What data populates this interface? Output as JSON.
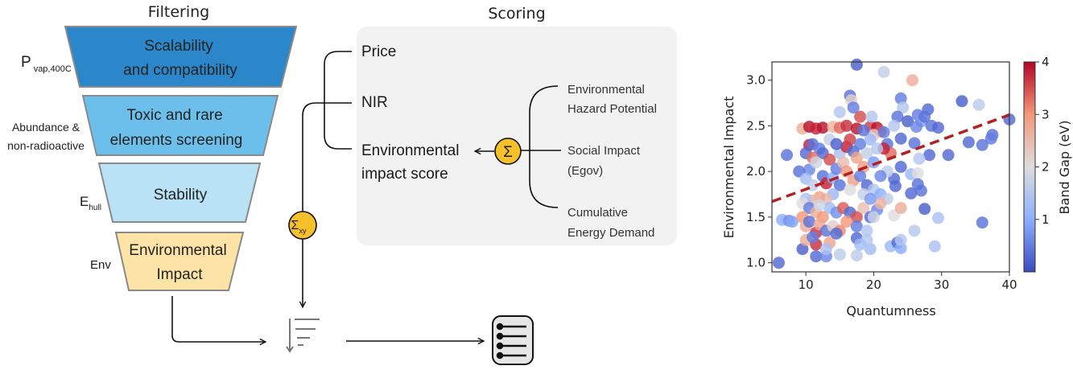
{
  "filtering": {
    "title": "Filtering",
    "stages": [
      {
        "line1": "Scalability",
        "line2": "and compatibility",
        "color": "#2b87c9"
      },
      {
        "line1": "Toxic and rare",
        "line2": "elements screening",
        "color": "#6cbfea"
      },
      {
        "line1": "Stability",
        "line2": "",
        "color": "#b9e2f6"
      },
      {
        "line1": "Environmental",
        "line2": "Impact",
        "color": "#fde3a6"
      }
    ],
    "criteria": [
      {
        "main": "P",
        "sub": "vap,400C"
      },
      {
        "line1": "Abundance &",
        "line2": "non-radioactive"
      },
      {
        "main": "E",
        "sub": "hull"
      },
      {
        "main": "Env"
      }
    ]
  },
  "scoring": {
    "title": "Scoring",
    "items": [
      "Price",
      "NIR"
    ],
    "env_score": {
      "line1": "Environmental",
      "line2": "impact score"
    },
    "sum_symbol": "Σ",
    "weighted_sum_symbol": "Σ",
    "weighted_sum_sub": "xy",
    "components": [
      {
        "line1": "Environmental",
        "line2": "Hazard Potential"
      },
      {
        "line1": "Social Impact",
        "line2": "(Egov)"
      },
      {
        "line1": "Cumulative",
        "line2": "Energy Demand"
      }
    ],
    "accent": "#f5c02a"
  },
  "icons": [
    "sort-descending-icon",
    "ranked-list-icon"
  ],
  "chart_data": {
    "type": "scatter",
    "xlabel": "Quantumness",
    "ylabel": "Environmental Impact",
    "colorbar_label": "Band Gap (eV)",
    "xlim": [
      5,
      40
    ],
    "ylim": [
      0.9,
      3.2
    ],
    "clim": [
      0,
      4
    ],
    "xticks": [
      10,
      20,
      30,
      40
    ],
    "yticks": [
      1.0,
      1.5,
      2.0,
      2.5,
      3.0
    ],
    "cticks": [
      1,
      2,
      3,
      4
    ],
    "colormap": "coolwarm",
    "trendline": {
      "x": [
        5,
        40
      ],
      "y": [
        1.67,
        2.62
      ],
      "color": "#b22222",
      "style": "dashed"
    },
    "points": [
      [
        6,
        1.0,
        0.3
      ],
      [
        17.5,
        3.17,
        0.2
      ],
      [
        21.5,
        3.09,
        1.7
      ],
      [
        25.7,
        3.0,
        2.7
      ],
      [
        33,
        2.77,
        0.2
      ],
      [
        35.5,
        2.73,
        1.6
      ],
      [
        40,
        2.57,
        0.3
      ],
      [
        37.5,
        2.4,
        0.4
      ],
      [
        37.3,
        2.36,
        0.5
      ],
      [
        36,
        2.29,
        0.4
      ],
      [
        34,
        2.32,
        0.3
      ],
      [
        31,
        2.18,
        0.3
      ],
      [
        36,
        1.44,
        0.4
      ],
      [
        29.5,
        1.49,
        1.4
      ],
      [
        29,
        1.18,
        1.4
      ],
      [
        27.5,
        1.59,
        0.2
      ],
      [
        26,
        1.35,
        1.5
      ],
      [
        23,
        1.52,
        2.0
      ],
      [
        24,
        1.6,
        2.7
      ],
      [
        7.2,
        2.18,
        0.4
      ],
      [
        6.5,
        1.47,
        1.0
      ],
      [
        7.5,
        1.46,
        0.7
      ],
      [
        8,
        1.45,
        0.9
      ],
      [
        9.5,
        1.15,
        0.2
      ],
      [
        11.5,
        1.07,
        0.3
      ],
      [
        13,
        1.07,
        0.6
      ],
      [
        15,
        1.09,
        1.6
      ],
      [
        17.5,
        1.08,
        1.6
      ],
      [
        19.5,
        1.15,
        1.3
      ],
      [
        22.5,
        1.18,
        1.2
      ],
      [
        23.5,
        1.22,
        0.3
      ],
      [
        24,
        1.16,
        1.0
      ],
      [
        24,
        1.25,
        1.5
      ],
      [
        10,
        1.25,
        2.7
      ],
      [
        11.5,
        1.2,
        3.7
      ],
      [
        11.5,
        1.33,
        3.7
      ],
      [
        11,
        1.28,
        0.5
      ],
      [
        13.5,
        1.22,
        2.8
      ],
      [
        17.5,
        1.27,
        0.3
      ],
      [
        19,
        1.25,
        1.5
      ],
      [
        13,
        1.15,
        1.4
      ],
      [
        9.5,
        2.47,
        2.7
      ],
      [
        10.5,
        2.49,
        3.9
      ],
      [
        11.5,
        2.47,
        3.8
      ],
      [
        12.5,
        2.48,
        3.9
      ],
      [
        14,
        2.49,
        2.6
      ],
      [
        15,
        2.48,
        3.3
      ],
      [
        16,
        2.5,
        3.7
      ],
      [
        17.5,
        2.47,
        3.9
      ],
      [
        19.5,
        2.49,
        3.6
      ],
      [
        20.5,
        2.48,
        3.9
      ],
      [
        21,
        2.44,
        3.5
      ],
      [
        20,
        2.4,
        2.2
      ],
      [
        18,
        2.6,
        3.5
      ],
      [
        16.5,
        2.83,
        0.4
      ],
      [
        16.7,
        2.78,
        2.2
      ],
      [
        17,
        2.7,
        0.5
      ],
      [
        19.7,
        2.6,
        1.5
      ],
      [
        15,
        2.65,
        1.5
      ],
      [
        24,
        2.8,
        0.5
      ],
      [
        24.3,
        2.7,
        1.5
      ],
      [
        23.5,
        2.6,
        0.4
      ],
      [
        25,
        2.55,
        0.2
      ],
      [
        26.5,
        2.62,
        0.5
      ],
      [
        27,
        2.55,
        0.8
      ],
      [
        28,
        2.68,
        0.3
      ],
      [
        28.5,
        2.5,
        0.4
      ],
      [
        29.5,
        2.48,
        0.3
      ],
      [
        26.3,
        2.49,
        0.6
      ],
      [
        27.5,
        2.6,
        0.4
      ],
      [
        26,
        2.31,
        0.4
      ],
      [
        28.2,
        2.18,
        0.3
      ],
      [
        26.7,
        2.14,
        1.5
      ],
      [
        24,
        2.05,
        0.3
      ],
      [
        25.5,
        1.97,
        1.2
      ],
      [
        26.5,
        1.98,
        2.0
      ],
      [
        26.5,
        1.86,
        0.4
      ],
      [
        27,
        1.79,
        0.4
      ],
      [
        25.5,
        1.76,
        0.3
      ],
      [
        23,
        1.92,
        0.3
      ],
      [
        23.2,
        1.84,
        0.3
      ],
      [
        24,
        2.36,
        0.3
      ],
      [
        23,
        2.5,
        1.5
      ],
      [
        22,
        2.3,
        0.4
      ],
      [
        22.5,
        2.2,
        3.3
      ],
      [
        21.5,
        2.25,
        3.8
      ],
      [
        21.5,
        2.43,
        0.5
      ],
      [
        10.5,
        2.29,
        3.8
      ],
      [
        11,
        2.3,
        0.4
      ],
      [
        12,
        2.25,
        0.5
      ],
      [
        12.5,
        2.2,
        0.3
      ],
      [
        13.5,
        2.13,
        3.5
      ],
      [
        10,
        2.2,
        0.3
      ],
      [
        11,
        2.15,
        3.3
      ],
      [
        10.5,
        2.02,
        0.6
      ],
      [
        9,
        2.0,
        0.4
      ],
      [
        10,
        1.92,
        1.3
      ],
      [
        11.5,
        2.1,
        1.8
      ],
      [
        12.5,
        1.95,
        0.4
      ],
      [
        13,
        1.87,
        3.8
      ],
      [
        14,
        1.93,
        1.0
      ],
      [
        14.5,
        2.03,
        0.5
      ],
      [
        15,
        2.2,
        1.4
      ],
      [
        15.5,
        2.1,
        2.5
      ],
      [
        16,
        2.27,
        3.8
      ],
      [
        16.5,
        2.35,
        3.6
      ],
      [
        17,
        2.22,
        0.3
      ],
      [
        17.5,
        2.15,
        2.8
      ],
      [
        18,
        2.3,
        0.5
      ],
      [
        18.5,
        2.05,
        2.9
      ],
      [
        19,
        2.2,
        1.7
      ],
      [
        19.5,
        2.35,
        1.2
      ],
      [
        20,
        2.1,
        0.8
      ],
      [
        20.5,
        2.25,
        1.5
      ],
      [
        16,
        2.0,
        3.0
      ],
      [
        17,
        1.9,
        2.9
      ],
      [
        18,
        1.95,
        0.5
      ],
      [
        19,
        1.85,
        0.3
      ],
      [
        20,
        1.8,
        1.5
      ],
      [
        21,
        1.75,
        1.0
      ],
      [
        22,
        1.7,
        1.6
      ],
      [
        15,
        1.85,
        0.4
      ],
      [
        14,
        1.75,
        1.2
      ],
      [
        13,
        1.7,
        2.5
      ],
      [
        12,
        1.72,
        2.8
      ],
      [
        11,
        1.68,
        2.6
      ],
      [
        10,
        1.7,
        1.4
      ],
      [
        9.5,
        1.65,
        2.0
      ],
      [
        10.5,
        1.6,
        0.5
      ],
      [
        11.5,
        1.55,
        2.7
      ],
      [
        12.5,
        1.5,
        3.0
      ],
      [
        13.5,
        1.6,
        1.3
      ],
      [
        14.5,
        1.55,
        0.7
      ],
      [
        15.5,
        1.6,
        3.4
      ],
      [
        16.5,
        1.55,
        0.3
      ],
      [
        17.5,
        1.5,
        3.5
      ],
      [
        18.5,
        1.6,
        2.4
      ],
      [
        19.5,
        1.5,
        0.3
      ],
      [
        20.5,
        1.58,
        0.6
      ],
      [
        21,
        1.65,
        2.6
      ],
      [
        20,
        1.5,
        1.8
      ],
      [
        9.5,
        1.5,
        3.0
      ],
      [
        10,
        1.4,
        2.7
      ],
      [
        10.5,
        1.45,
        0.4
      ],
      [
        12,
        1.42,
        2.8
      ],
      [
        13,
        1.35,
        0.4
      ],
      [
        14,
        1.4,
        2.2
      ],
      [
        15,
        1.35,
        3.1
      ],
      [
        16,
        1.45,
        3.0
      ],
      [
        17.5,
        1.4,
        0.5
      ],
      [
        19,
        1.35,
        1.5
      ],
      [
        14.5,
        1.32,
        0.3
      ],
      [
        18,
        1.2,
        1.3
      ],
      [
        12,
        1.63,
        1.8
      ],
      [
        16.5,
        1.8,
        2.0
      ],
      [
        18.5,
        1.75,
        1.7
      ],
      [
        19.5,
        1.7,
        0.8
      ],
      [
        11,
        1.85,
        1.6
      ],
      [
        13.5,
        2.35,
        1.7
      ],
      [
        14.5,
        2.3,
        0.2
      ],
      [
        18.5,
        2.45,
        0.4
      ],
      [
        22,
        2.0,
        1.6
      ],
      [
        21,
        1.95,
        0.6
      ]
    ]
  }
}
